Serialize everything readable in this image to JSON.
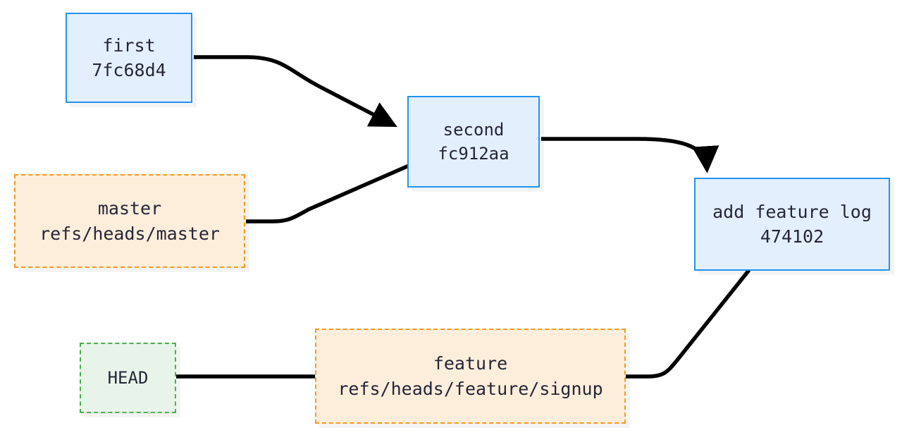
{
  "diagram": {
    "type": "git-graph",
    "title": "",
    "background": "#ffffff",
    "palette": {
      "commit_fill": "#e3effc",
      "commit_border": "#2492f0",
      "ref_fill": "#fdeedc",
      "ref_border": "#f8981d",
      "head_fill": "#e8f4e9",
      "head_border": "#4caf50",
      "edge": "#000000",
      "text": "#262637"
    },
    "nodes": [
      {
        "id": "first",
        "kind": "commit",
        "line1": "first",
        "line2": "7fc68d4"
      },
      {
        "id": "second",
        "kind": "commit",
        "line1": "second",
        "line2": "fc912aa"
      },
      {
        "id": "add-feature-log",
        "kind": "commit",
        "line1": "add feature log",
        "line2": "474102"
      },
      {
        "id": "master",
        "kind": "ref",
        "line1": "master",
        "line2": "refs/heads/master"
      },
      {
        "id": "feature",
        "kind": "ref",
        "line1": "feature",
        "line2": "refs/heads/feature/signup"
      },
      {
        "id": "head",
        "kind": "head",
        "line1": "HEAD",
        "line2": ""
      }
    ],
    "edges": [
      {
        "from": "first",
        "to": "second",
        "arrow": true
      },
      {
        "from": "second",
        "to": "add-feature-log",
        "arrow": true
      },
      {
        "from": "master",
        "to": "second",
        "arrow": false
      },
      {
        "from": "head",
        "to": "feature",
        "arrow": false
      },
      {
        "from": "feature",
        "to": "add-feature-log",
        "arrow": false
      }
    ]
  }
}
